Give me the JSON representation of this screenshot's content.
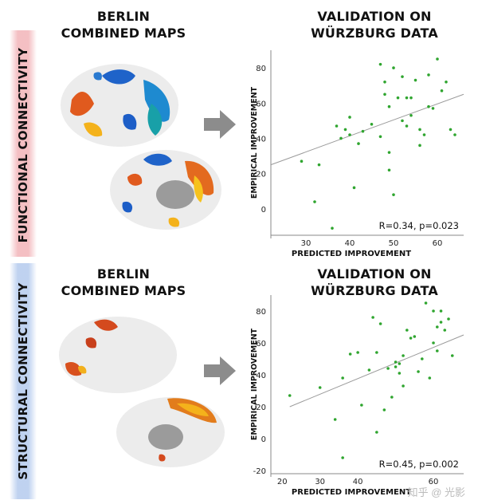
{
  "panels": [
    {
      "row_label": "FUNCTIONAL CONNECTIVITY",
      "left_heading": [
        "BERLIN",
        "COMBINED MAPS"
      ],
      "right_heading": [
        "VALIDATION ON",
        "WÜRZBURG DATA"
      ]
    },
    {
      "row_label": "STRUCTURAL CONNECTIVITY",
      "left_heading": [
        "BERLIN",
        "COMBINED MAPS"
      ],
      "right_heading": [
        "VALIDATION ON",
        "WÜRZBURG DATA"
      ]
    }
  ],
  "watermark": "知乎 @ 光影",
  "colors": {
    "points": "#2fa52f",
    "fit_line": "#9a9a9a",
    "arrow": "#8c8c8c",
    "functional_band": "#f1a9b0",
    "structural_band": "#a9c2ea"
  },
  "chart_data": [
    {
      "type": "scatter",
      "title": "",
      "xlabel": "PREDICTED IMPROVEMENT",
      "ylabel": "EMPIRICAL IMPROVEMENT",
      "annotation": "R=0.34, p=0.023",
      "xlim": [
        22,
        66
      ],
      "ylim": [
        -15,
        90
      ],
      "xticks": [
        30,
        40,
        50,
        60
      ],
      "yticks": [
        0,
        20,
        40,
        60,
        80
      ],
      "fit_line": {
        "x": [
          22,
          66
        ],
        "y": [
          25,
          65
        ]
      },
      "x": [
        29,
        32,
        33,
        36,
        37,
        38,
        39,
        40,
        40,
        41,
        42,
        43,
        45,
        47,
        47,
        48,
        48,
        49,
        49,
        49,
        50,
        50,
        51,
        52,
        52,
        53,
        53,
        54,
        54,
        55,
        56,
        56,
        57,
        58,
        58,
        59,
        60,
        61,
        62,
        63,
        64
      ],
      "y": [
        27,
        4,
        25,
        -11,
        47,
        40,
        45,
        42,
        52,
        12,
        37,
        44,
        48,
        82,
        41,
        72,
        65,
        32,
        58,
        22,
        8,
        80,
        63,
        50,
        75,
        63,
        47,
        53,
        63,
        73,
        45,
        36,
        42,
        76,
        58,
        57,
        85,
        67,
        72,
        45,
        42
      ]
    },
    {
      "type": "scatter",
      "title": "",
      "xlabel": "PREDICTED IMPROVEMENT",
      "ylabel": "EMPIRICAL IMPROVEMENT",
      "annotation": "R=0.45, p=0.002",
      "xlim": [
        17,
        68
      ],
      "ylim": [
        -22,
        90
      ],
      "xticks": [
        20,
        30,
        40,
        60
      ],
      "yticks": [
        -20,
        0,
        20,
        40,
        60,
        80
      ],
      "fit_line": {
        "x": [
          22,
          68
        ],
        "y": [
          20,
          65
        ]
      },
      "x": [
        22,
        30,
        34,
        36,
        36,
        38,
        40,
        41,
        43,
        44,
        45,
        45,
        46,
        47,
        48,
        49,
        50,
        50,
        51,
        51,
        52,
        52,
        53,
        54,
        55,
        56,
        57,
        58,
        59,
        60,
        60,
        61,
        61,
        62,
        62,
        63,
        64,
        65
      ],
      "y": [
        27,
        32,
        12,
        -12,
        38,
        53,
        54,
        21,
        43,
        76,
        4,
        54,
        72,
        18,
        44,
        26,
        48,
        45,
        41,
        47,
        33,
        52,
        68,
        63,
        64,
        42,
        50,
        85,
        38,
        60,
        80,
        70,
        55,
        80,
        73,
        68,
        75,
        52
      ]
    }
  ]
}
